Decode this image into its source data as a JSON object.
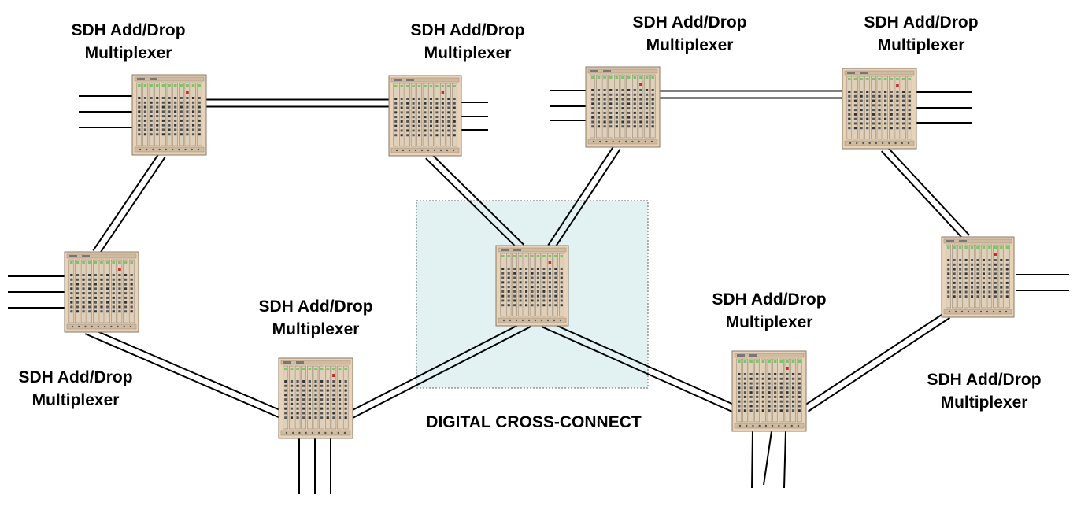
{
  "multiplexer_labels": [
    {
      "line1": "SDH Add/Drop",
      "line2": "Multiplexer"
    },
    {
      "line1": "SDH Add/Drop",
      "line2": "Multiplexer"
    },
    {
      "line1": "SDH Add/Drop",
      "line2": "Multiplexer"
    },
    {
      "line1": "SDH Add/Drop",
      "line2": "Multiplexer"
    },
    {
      "line1": "SDH Add/Drop",
      "line2": "Multiplexer"
    },
    {
      "line1": "SDH Add/Drop",
      "line2": "Multiplexer"
    },
    {
      "line1": "SDH Add/Drop",
      "line2": "Multiplexer"
    },
    {
      "line1": "SDH Add/Drop",
      "line2": "Multiplexer"
    }
  ],
  "cross_connect_label": "DIGITAL CROSS-CONNECT",
  "colors": {
    "equipment_fill": "#e8d3b8",
    "equipment_border": "#8a7a66",
    "cross_connect_fill": "#e2f2f2",
    "line": "#000000"
  },
  "icons": [
    "sdh-multiplexer-icon",
    "digital-cross-connect-icon"
  ]
}
